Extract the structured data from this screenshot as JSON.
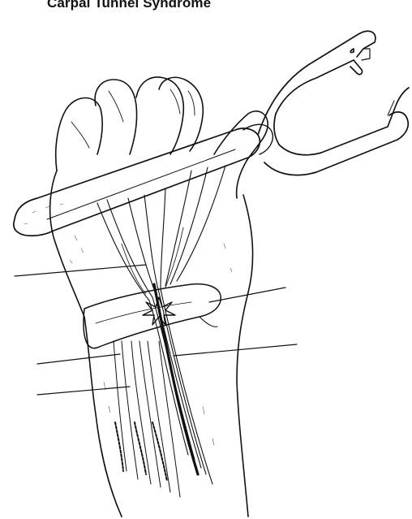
{
  "title": "Carpal Tunnel Syndrome",
  "colors": {
    "ink": "#111111",
    "background": "#ffffff",
    "shading": "#555555"
  },
  "icons": {
    "retractor": "retractor-icon",
    "compression": "starburst-icon"
  },
  "leader_lines": [
    "leader-line-median-nerve-upper",
    "leader-line-ligament",
    "leader-line-tendons",
    "leader-line-wrist",
    "leader-line-flexors"
  ]
}
